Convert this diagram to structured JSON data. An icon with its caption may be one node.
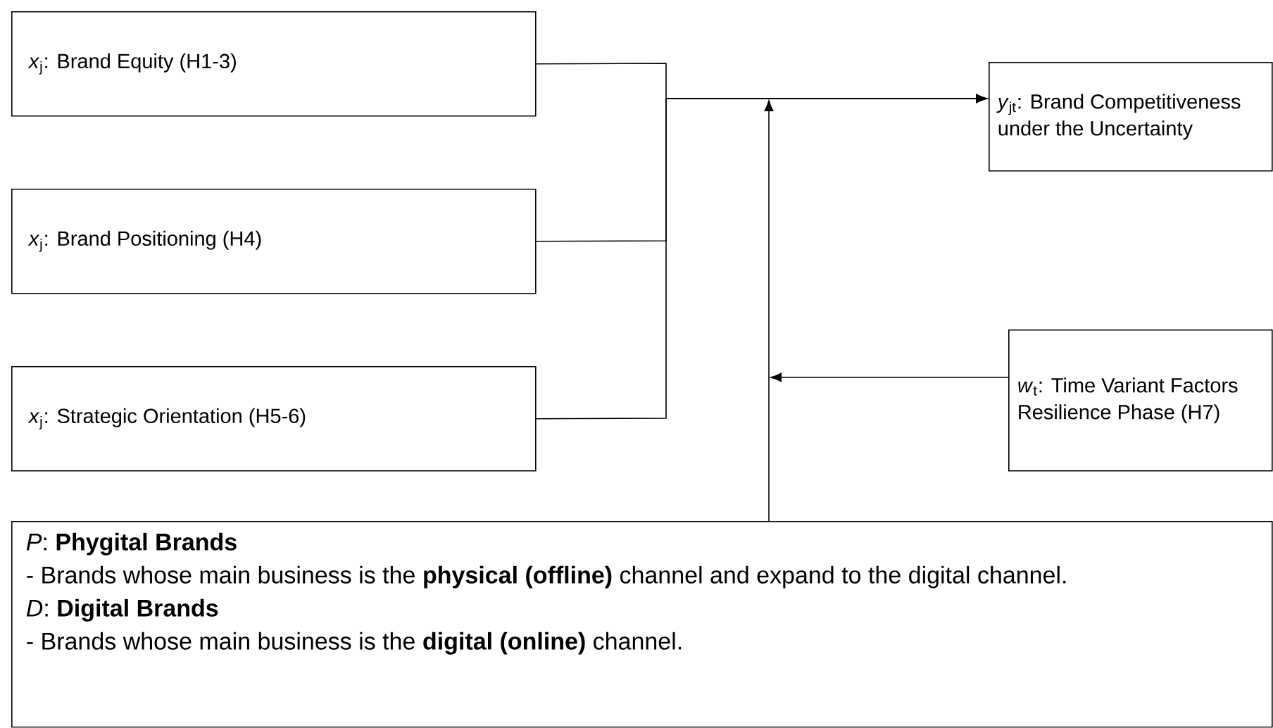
{
  "diagram": {
    "nodes": [
      {
        "text": [
          "*x*$_{j}$: Brand Equity (H1-3)"
        ]
      },
      {
        "text": [
          "*x*$_{j}$: Brand Positioning (H4)"
        ]
      },
      {
        "text": [
          "*x*$_{j}$: Strategic Orientation (H5-6)"
        ]
      },
      {
        "text": [
          "*y*$_{jt}$: Brand Competitiveness under the Uncertainty"
        ]
      },
      {
        "text": [
          "*w*$_{t}$: Time Variant Factors Resilience Phase (H7)"
        ]
      },
      {
        "text": [
          "*P*: **Phygital Brands**",
          "- Brands whose main business is the **physical (offline)** channel and expand to the digital channel.",
          "*D*: **Digital Brands**",
          "- Brands whose main business is the **digital (online)** channel."
        ]
      }
    ],
    "edges": [
      {
        "from": 0,
        "to": 3,
        "arrow": "to"
      },
      {
        "from": 1,
        "to": 3,
        "arrow": "to"
      },
      {
        "from": 2,
        "to": 3,
        "arrow": "to"
      },
      {
        "from": 5,
        "to": null,
        "arrow": "to"
      },
      {
        "from": 4,
        "to": null,
        "arrow": "to"
      }
    ]
  }
}
